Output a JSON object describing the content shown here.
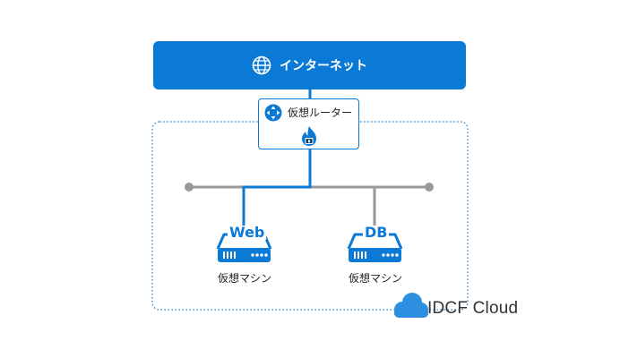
{
  "internet": {
    "label": "インターネット",
    "icon": "globe-icon"
  },
  "router": {
    "label": "仮想ルーター",
    "icon": "router-icon",
    "firewall_icon": "firewall-flame-icon"
  },
  "machines": [
    {
      "tag": "Web",
      "label": "仮想マシン",
      "icon": "server-icon"
    },
    {
      "tag": "DB",
      "label": "仮想マシン",
      "icon": "server-icon"
    }
  ],
  "cloud": {
    "brand": "IDCF Cloud",
    "icon": "cloud-icon"
  },
  "colors": {
    "primary": "#0a7ad6",
    "network_line": "#999999",
    "text": "#222222",
    "background": "#ffffff"
  }
}
